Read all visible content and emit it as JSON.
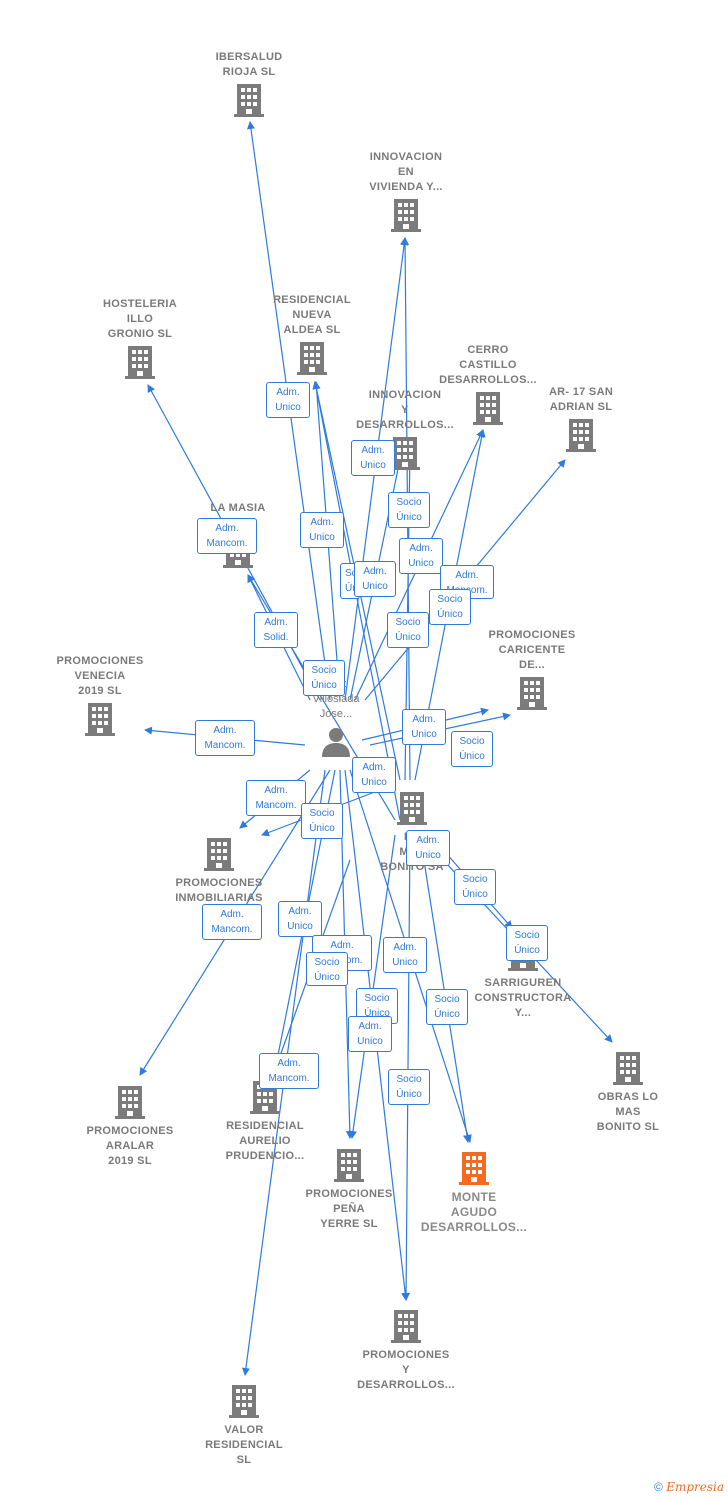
{
  "colors": {
    "edge": "#2f7bdc",
    "node": "#7b7b7b",
    "highlight": "#f26b21",
    "label": "#7a7a7a"
  },
  "person": {
    "label": "...ez\nVilloslada\nJose..."
  },
  "nodes": [
    {
      "id": "ibersalud",
      "label": "IBERSALUD\nRIOJA SL",
      "icon": "building-icon"
    },
    {
      "id": "innovacion-vivienda",
      "label": "INNOVACION\nEN\nVIVIENDA Y...",
      "icon": "building-icon"
    },
    {
      "id": "hosteleria",
      "label": "HOSTELERIA\nILLO\nGRONIO SL",
      "icon": "building-icon"
    },
    {
      "id": "residencial-nueva",
      "label": "RESIDENCIAL\nNUEVA\nALDEA SL",
      "icon": "building-icon"
    },
    {
      "id": "cerro-castillo",
      "label": "CERRO\nCASTILLO\nDESARROLLOS...",
      "icon": "building-icon"
    },
    {
      "id": "innovacion-desarrollos",
      "label": "INNOVACION\nY\nDESARROLLOS...",
      "icon": "building-icon"
    },
    {
      "id": "ar17",
      "label": "AR- 17 SAN\nADRIAN SL",
      "icon": "building-icon"
    },
    {
      "id": "la-masia",
      "label": "LA MASIA\n...L",
      "icon": "building-icon"
    },
    {
      "id": "promociones-caricente",
      "label": "PROMOCIONES\nCARICENTE\nDE...",
      "icon": "building-icon"
    },
    {
      "id": "promociones-venecia",
      "label": "PROMOCIONES\nVENECIA\n2019  SL",
      "icon": "building-icon"
    },
    {
      "id": "lo-mas-bonito",
      "label": "LO\nMAS\nBONITO SA",
      "icon": "building-icon"
    },
    {
      "id": "promociones-inmobiliarias",
      "label": "PROMOCIONES\nINMOBILIARIAS\nGA...",
      "icon": "building-icon"
    },
    {
      "id": "sarriguren",
      "label": "SARRIGUREN\nCONSTRUCTORA\nY...",
      "icon": "building-icon"
    },
    {
      "id": "obras-lo-mas",
      "label": "OBRAS LO\nMAS\nBONITO  SL",
      "icon": "building-icon"
    },
    {
      "id": "promociones-aralar",
      "label": "PROMOCIONES\nARALAR\n2019  SL",
      "icon": "building-icon"
    },
    {
      "id": "residencial-aurelio",
      "label": "RESIDENCIAL\nAURELIO\nPRUDENCIO...",
      "icon": "building-icon"
    },
    {
      "id": "promociones-pena",
      "label": "PROMOCIONES\nPEÑA\nYERRE  SL",
      "icon": "building-icon"
    },
    {
      "id": "monte-agudo",
      "label": "MONTE\nAGUDO\nDESARROLLOS...",
      "icon": "building-icon",
      "highlight": true
    },
    {
      "id": "promociones-desarrollos",
      "label": "PROMOCIONES\nY\nDESARROLLOS...",
      "icon": "building-icon"
    },
    {
      "id": "valor-residencial",
      "label": "VALOR\nRESIDENCIAL\nSL",
      "icon": "building-icon"
    }
  ],
  "relations": [
    "Adm.\nUnico",
    "Adm.\nUnico",
    "Socio\nÚnico",
    "Adm.\nMancom.",
    "Adm.\nUnico",
    "Adm.\nUnico",
    "Socio\nÚnico",
    "Adm.\nUnico",
    "Adm.\nMancom.",
    "Socio\nÚnico",
    "Adm.\nSolid.",
    "Socio\nÚnico",
    "Socio\nÚnico",
    "Adm.\nMancom.",
    "Adm.\nUnico",
    "Socio\nÚnico",
    "Adm.\nUnico",
    "Adm.\nMancom.",
    "Socio\nÚnico",
    "Adm.\nUnico",
    "Socio\nÚnico",
    "Adm.\nMancom.",
    "Socio\nÚnico",
    "Adm.\nUnico",
    "Adm.\nMancom.",
    "Socio\nÚnico",
    "Adm.\nUnico",
    "Socio\nÚnico",
    "Adm.\nUnico",
    "Socio\nÚnico",
    "Adm.\nMancom.",
    "Socio\nÚnico"
  ],
  "footer": {
    "copyright": "©",
    "brand": "Empresia"
  }
}
